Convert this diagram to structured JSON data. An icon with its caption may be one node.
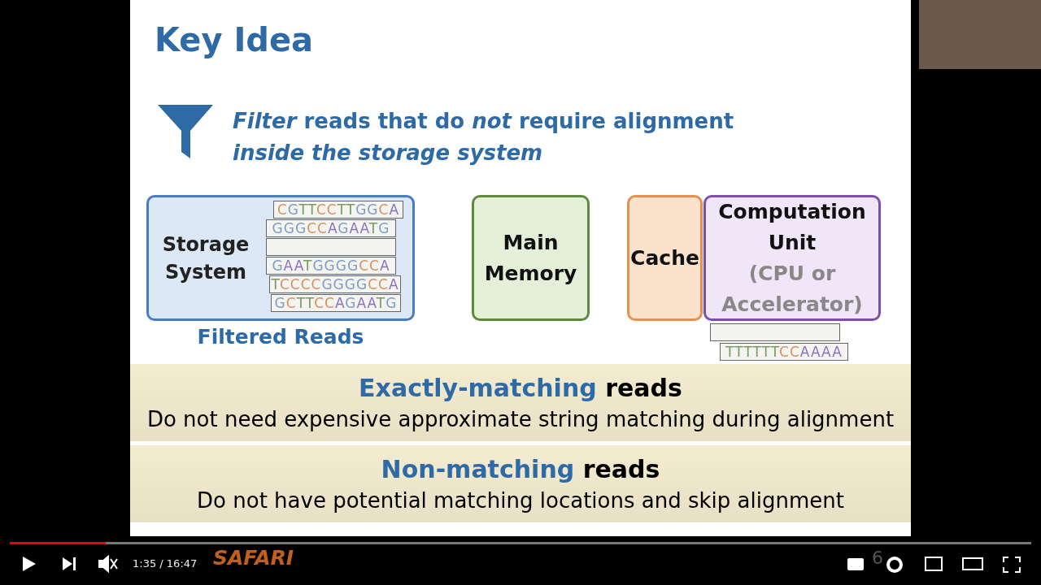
{
  "diagram": {
    "title": "Key Idea",
    "nodes": [
      {
        "text": [
          "Storage System"
        ],
        "beside": [
          "Filtered Reads"
        ]
      },
      {
        "text": [
          "CGTTCCTTGGCA"
        ],
        "in": 0
      },
      {
        "text": [
          "GGGCCAGAATG"
        ],
        "in": 0
      },
      {
        "text": [],
        "shape": "box",
        "in": 0
      },
      {
        "text": [
          "GAATGGGGCCA"
        ],
        "in": 0
      },
      {
        "text": [
          "TCCCCGGGGCCA"
        ],
        "in": 0
      },
      {
        "text": [
          "GCTTCCAGAATG"
        ],
        "in": 0
      },
      {
        "text": [
          "Main Memory"
        ]
      },
      {
        "text": [
          "Cache"
        ]
      },
      {
        "text": [
          "Computation Unit",
          "(CPU or Accelerator)"
        ]
      },
      {
        "text": [],
        "shape": "box"
      },
      {
        "text": [
          "TTTTTTCCAAAA"
        ]
      },
      {
        "text": [
          "Exactly-matching reads",
          "Do not need expensive approximate string matching during alignment"
        ]
      },
      {
        "text": [
          "Non-matching reads",
          "Do not have potential matching locations and skip alignment"
        ]
      }
    ],
    "edges": [],
    "labels": [
      "*Filter* reads that do *not* require alignment *inside the storage system*",
      "SAFARI",
      "1:35 / 16:47",
      "6"
    ]
  }
}
